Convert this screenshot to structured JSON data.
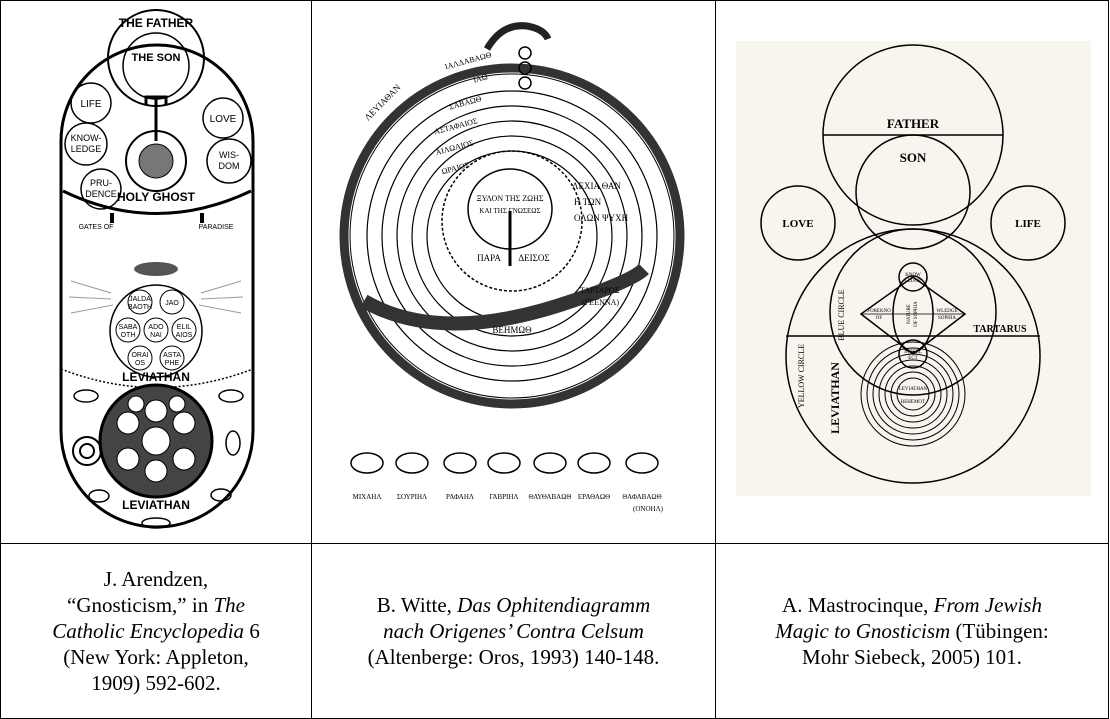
{
  "diagram1": {
    "father": "THE FATHER",
    "son": "THE SON",
    "life": "LIFE",
    "love": "LOVE",
    "know1": "KNOW-",
    "know2": "LEDGE",
    "wis1": "WIS-",
    "wis2": "DOM",
    "pru1": "PRU-",
    "pru2": "DENCE",
    "holy": "HOLY GHOST",
    "gates_left": "GATES OF",
    "gates_right": "PARADISE",
    "circles": [
      [
        "JALDA",
        "BAOTH"
      ],
      [
        "JAO"
      ],
      [
        "SABA",
        "OTH"
      ],
      [
        "ADO",
        "NAI"
      ],
      [
        "ELIL",
        "AIOS"
      ],
      [
        "ORAI",
        "OS"
      ],
      [
        "ASTA",
        "PHE"
      ]
    ],
    "lev_top": "LEVIATHAN",
    "lev_bottom": "LEVIATHAN"
  },
  "diagram2": {
    "left_word": "ΛΕΥΙΑΘΑΝ",
    "planets": [
      "ΙΑΛΔΑΒΑΩΘ",
      "ΙΑΩ",
      "ΣΑΒΑΩΘ",
      "ΑΣΤΑΦΑΙΟΣ",
      "ΑΙΛΩΑΙΟΣ",
      "ΩΡΑΙΟΣ"
    ],
    "tree_top": "ΞΥΛΟΝ ΤΗΣ ΖΩΗΣ",
    "tree_sub": "ΚΑΙ ΤΗΣ ΓΝΩΣΕΩΣ",
    "para1": "ΠΑΡΑ",
    "para2": "ΔΕΙΣΟΣ",
    "right1": "ΛΕΧΙΑ ΘΑΝ",
    "right2": "Η ΤΩΝ",
    "right3": "ΟΛΩΝ ΨΥΧΗ",
    "tartaros": "ΤΑΡΤΑΡΟΣ",
    "gehenna": "(ΓΕΕΝΝΑ)",
    "behemoth": "ΒΕΗΜΩΘ",
    "names": [
      "ΜΙΧΑΗΛ",
      "ΣΟΥΡΙΗΛ",
      "ΡΑΦΑΗΛ",
      "ΓΑΒΡΙΗΛ",
      "ΘΑΥΘΑΒΑΩΘ",
      "ΕΡΑΘΑΩΘ",
      "ΘΑΦΑΒΑΩΘ"
    ],
    "onoel": "(ΟΝΟΗΛ)"
  },
  "diagram3": {
    "father": "FATHER",
    "son": "SON",
    "love": "LOVE",
    "life": "LIFE",
    "knowledge1": "KNOW",
    "knowledge2": "LEDGE",
    "foreknow1": "FOREKNO",
    "foreknow2": "OF",
    "nature1": "NATURE",
    "nature2": "OF SOPHIA",
    "wledge1": "WLEDGE",
    "wledge2": "SOPHIA",
    "intell1": "INTELL",
    "intell2": "ECT",
    "blue_circle": "BLUE CIRCLE",
    "yellow_circle": "YELLOW CIRCLE",
    "tartarus": "TARTARUS",
    "leviathan_side": "LEVIATHAN",
    "leviathan_center": "LEVIATHAN",
    "behemoth": "BEHEMOT"
  },
  "captions": {
    "c1_line1": "J. Arendzen,",
    "c1_line2a": "“Gnosticism,” in ",
    "c1_line2b": "The",
    "c1_line3a": "Catholic Encyclopedia",
    "c1_line3b": " 6",
    "c1_line4": "(New York: Appleton,",
    "c1_line5": "1909) 592-602.",
    "c2_line1a": "B. Witte, ",
    "c2_line1b": "Das Ophitendiagramm",
    "c2_line2": "nach Origenes’ Contra Celsum",
    "c2_line3": "(Altenberge: Oros, 1993) 140-148.",
    "c3_line1a": "A. Mastrocinque, ",
    "c3_line1b": "From Jewish",
    "c3_line2a": "Magic to Gnosticism",
    "c3_line2b": " (Tübingen:",
    "c3_line3": "Mohr Siebeck, 2005) 101."
  }
}
